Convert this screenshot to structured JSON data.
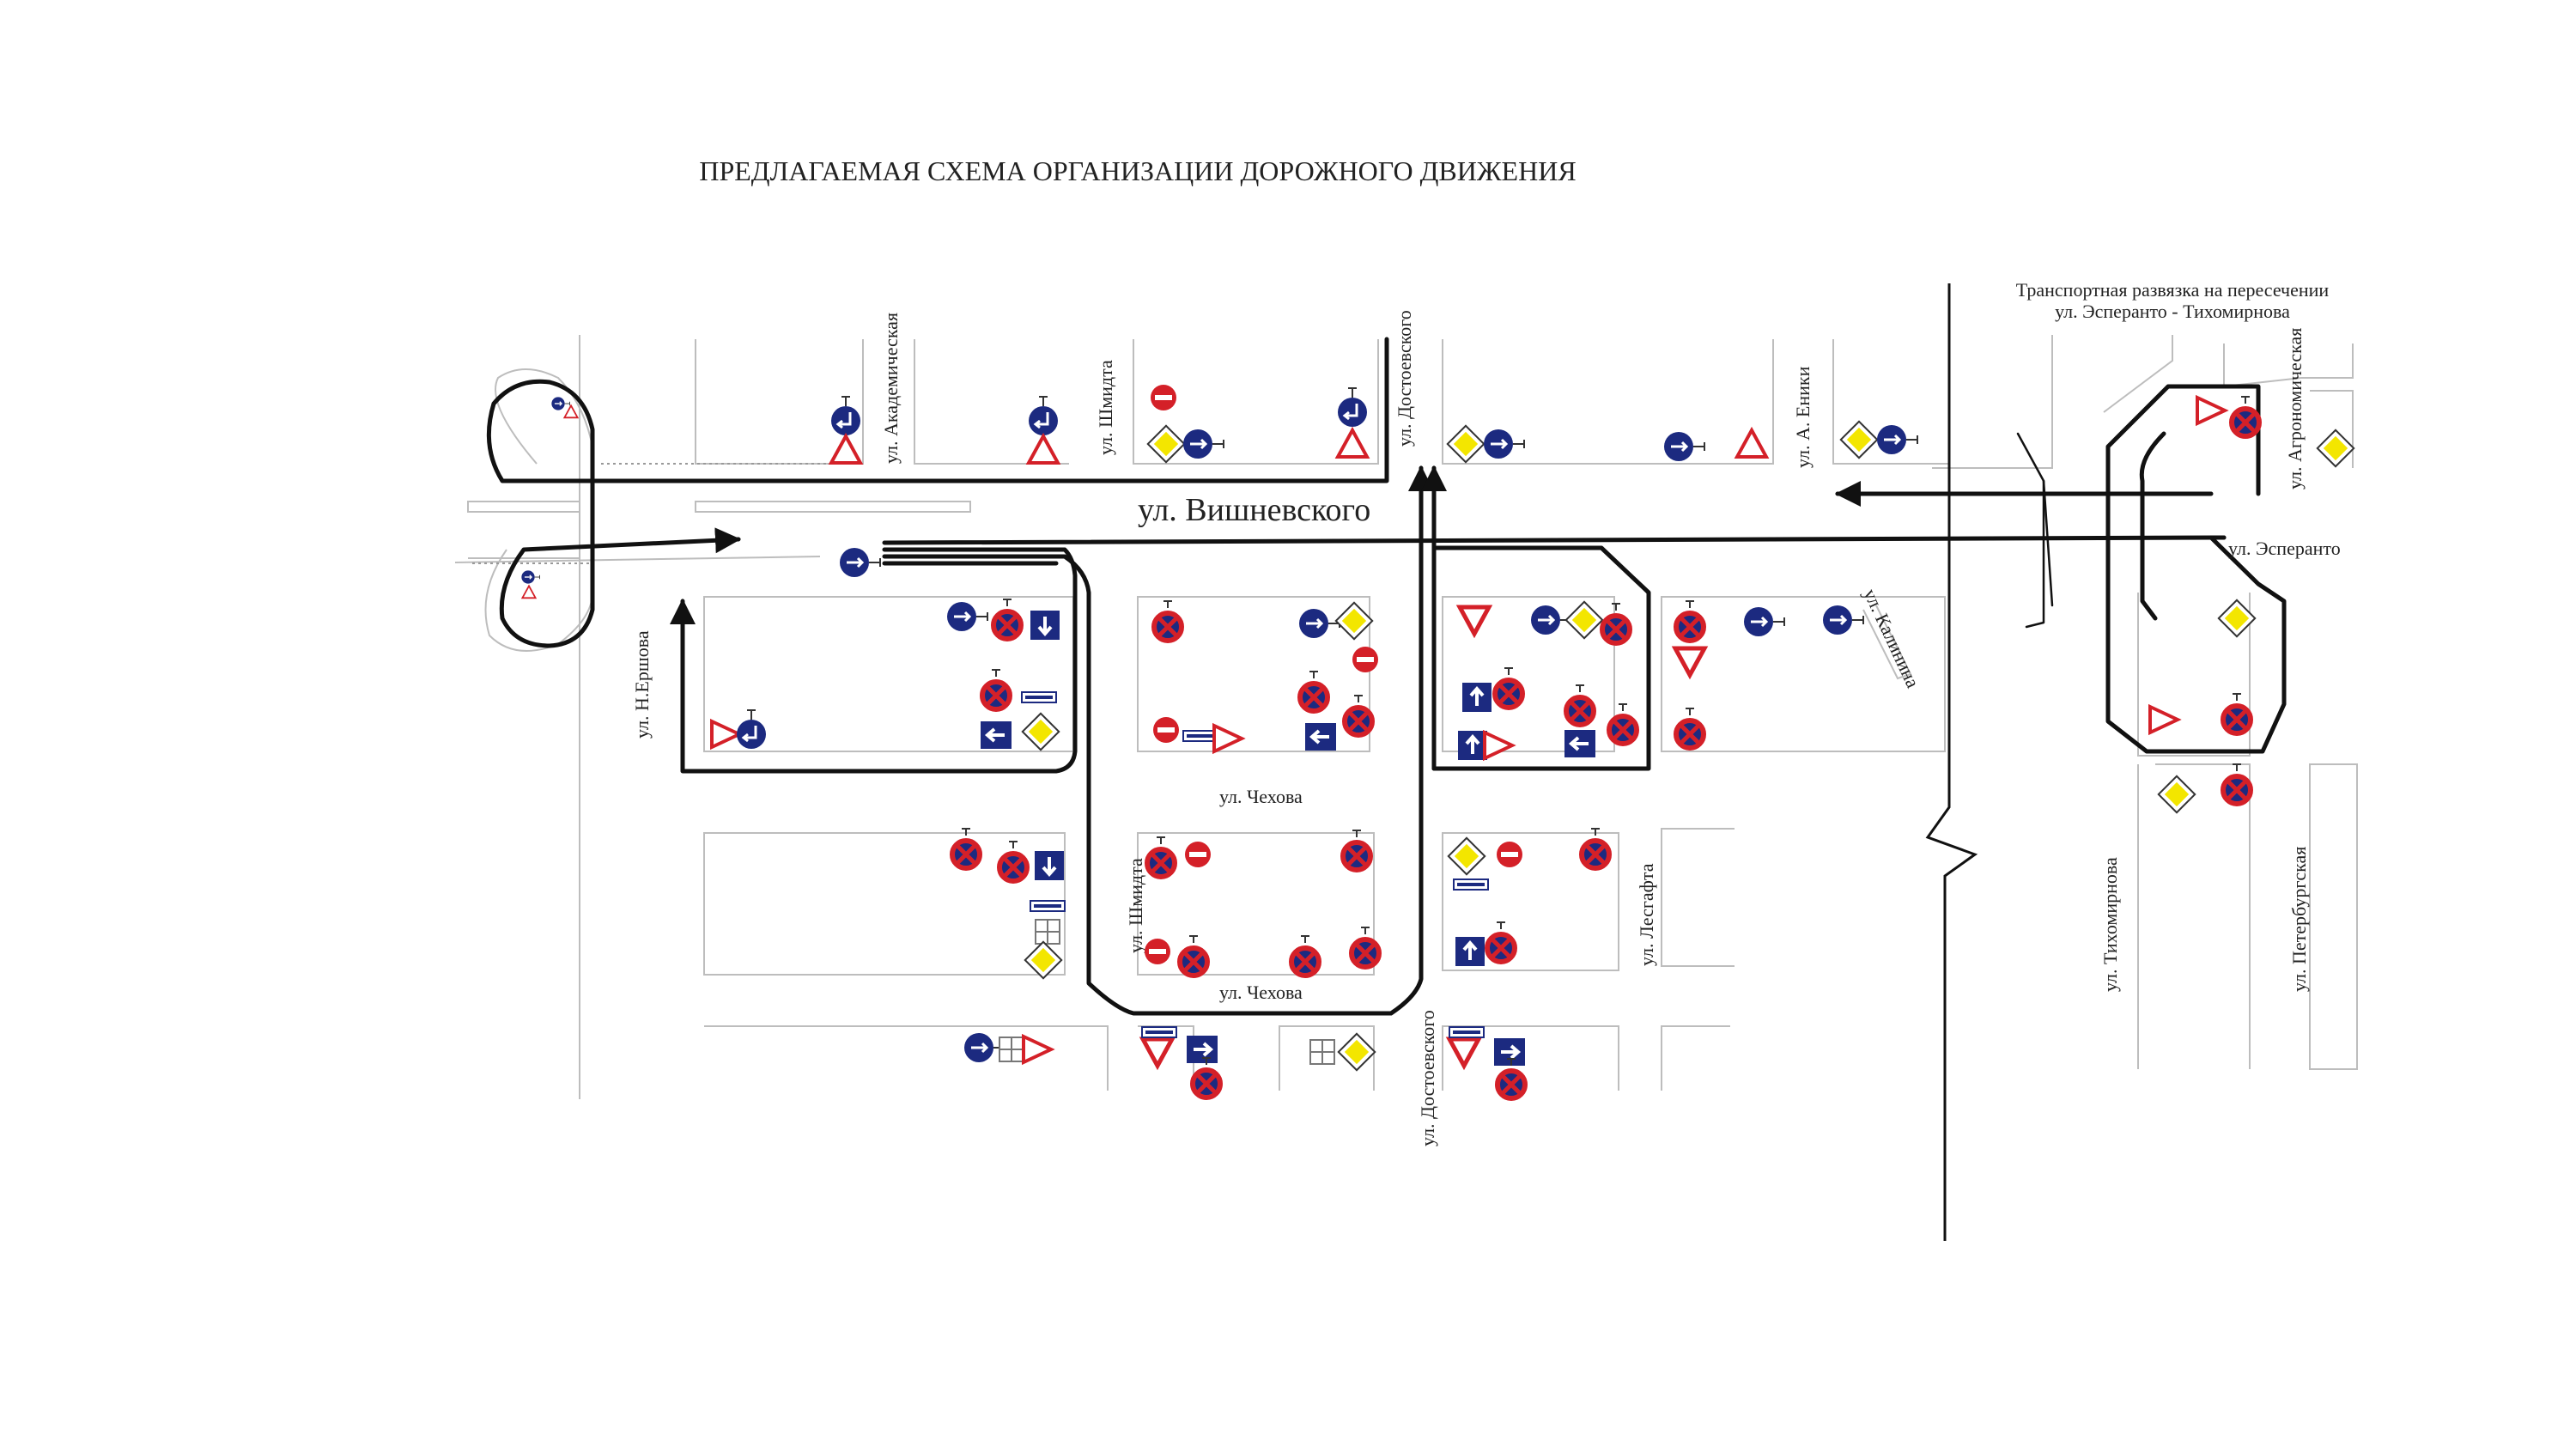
{
  "title": "ПРЕДЛАГАЕМАЯ СХЕМА ОРГАНИЗАЦИИ ДОРОЖНОГО ДВИЖЕНИЯ",
  "inset_caption_line1": "Транспортная развязка на пересечении",
  "inset_caption_line2": "ул. Эсперанто - Тихомирнова",
  "streets": {
    "vishnevskogo": "ул. Вишневского",
    "akademicheskaya": "ул. Академическая",
    "shmidta_top": "ул. Шмидта",
    "dostoevskogo_top": "ул. Достоевского",
    "a_eniki": "ул. А. Еники",
    "agronomicheskaya": "ул. Агрономическая",
    "esperanto": "ул. Эсперанто",
    "n_ershova": "ул. Н.Ершова",
    "kalinina": "ул. Калинина",
    "chekhova_1": "ул. Чехова",
    "chekhova_2": "ул. Чехова",
    "shmidta_mid": "ул. Шмидта",
    "lesgafta": "ул. Лесгафта",
    "dostoevskogo_bottom": "ул. Достоевского",
    "tikhomirnova": "ул. Тихомирнова",
    "peterburgskaya": "ул. Петербургская"
  },
  "colors": {
    "sign_blue": "#1c2a80",
    "sign_red": "#d42028",
    "priority_yellow": "#f3e600",
    "route_line": "#111111",
    "block_outline": "#bdbdbd"
  },
  "sign_types": [
    "no-stopping-sign",
    "no-entry-sign",
    "priority-road-sign",
    "yield-sign",
    "give-way-sign",
    "direction-arrow-sign",
    "lane-arrow-sign"
  ]
}
